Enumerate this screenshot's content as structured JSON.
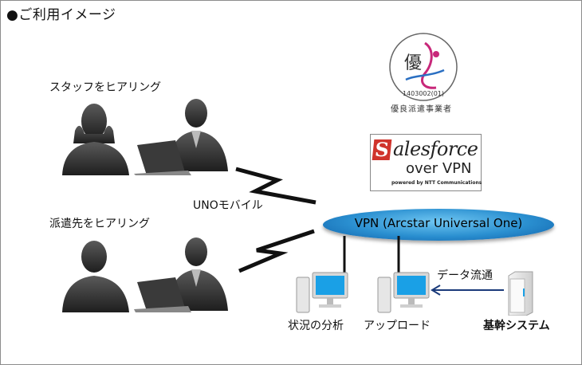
{
  "title": "●ご利用イメージ",
  "groups": [
    {
      "label": "スタッフをヒアリング"
    },
    {
      "label": "派遣先をヒアリング"
    }
  ],
  "link_label": "UNOモバイル",
  "award": {
    "seal_text": "優",
    "code": "1403002(01)",
    "caption": "優良派遣事業者"
  },
  "salesforce": {
    "s_letter": "S",
    "rest": "alesforce",
    "over": "over VPN",
    "powered": "powered by NTT Communications",
    "brand_color": "#d0342c"
  },
  "vpn": {
    "label": "VPN (Arcstar Universal One)",
    "color": "#2a8fd0"
  },
  "computers": [
    {
      "label": "状況の分析"
    },
    {
      "label": "アップロード"
    }
  ],
  "data_flow_label": "データ流通",
  "server_label": "基幹システム",
  "colors": {
    "arrow": "#1a3a7a",
    "silhouette": "#2b2b2b",
    "monitor_screen": "#1aa0e6"
  }
}
